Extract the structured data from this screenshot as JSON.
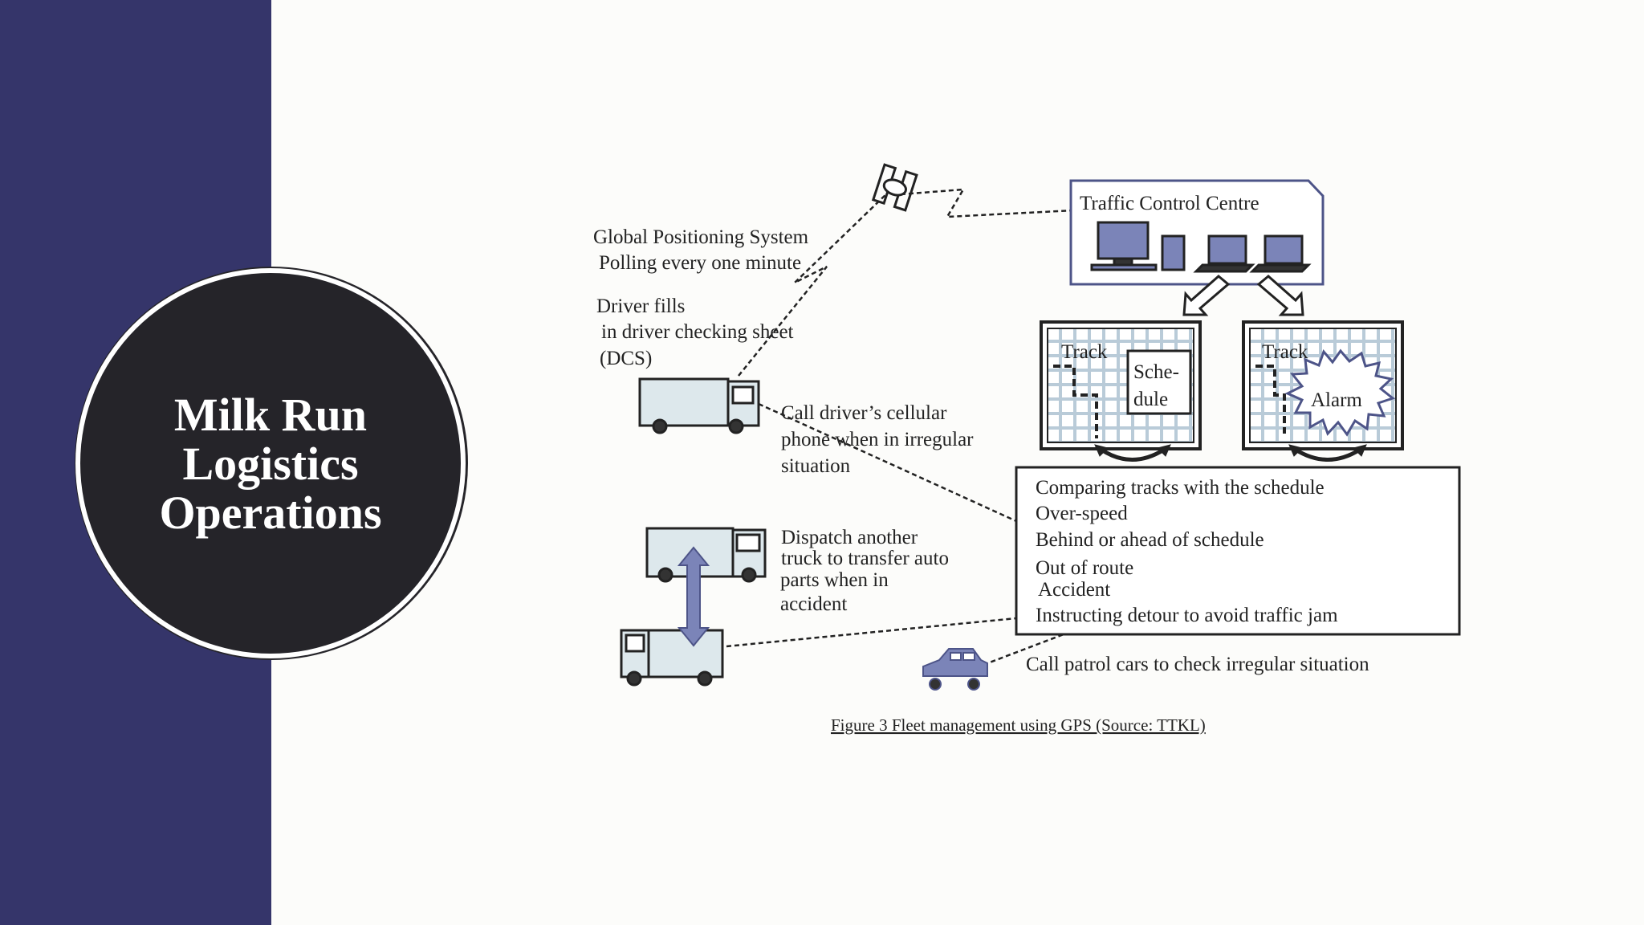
{
  "slide": {
    "title_lines": [
      "Milk Run",
      "Logistics",
      "Operations"
    ]
  },
  "diagram": {
    "gps_lines": [
      "Global Positioning System",
      "Polling every one minute"
    ],
    "driver_lines": [
      "Driver fills",
      "in driver checking sheet",
      "(DCS)"
    ],
    "call_driver_lines": [
      "Call driver’s cellular",
      "phone when in irregular",
      "situation"
    ],
    "dispatch_lines": [
      "Dispatch another",
      "truck to transfer auto",
      "parts when in",
      "accident"
    ],
    "traffic_centre": "Traffic Control Centre",
    "screen_left": {
      "track": "Track",
      "schedule_lines": [
        "Sche-",
        "dule"
      ]
    },
    "screen_right": {
      "track": "Track",
      "alarm": "Alarm"
    },
    "checks": [
      "Comparing tracks with the schedule",
      "Over-speed",
      "Behind or ahead of schedule",
      "Out of route",
      "Accident",
      "Instructing detour to avoid traffic jam"
    ],
    "patrol": "Call patrol cars to check irregular situation",
    "caption": "Figure 3 Fleet management using GPS (Source: TTKL)"
  },
  "colors": {
    "sidebar": "#35356a",
    "circle": "#252429",
    "vehicle_fill": "#dde8ec",
    "accent_blue": "#7b84b8",
    "map_roads": "#b9cbd8"
  },
  "icons": [
    "satellite-icon",
    "desktop-computer-icon",
    "laptop-icon",
    "truck-icon",
    "patrol-car-icon",
    "alarm-burst-icon"
  ]
}
